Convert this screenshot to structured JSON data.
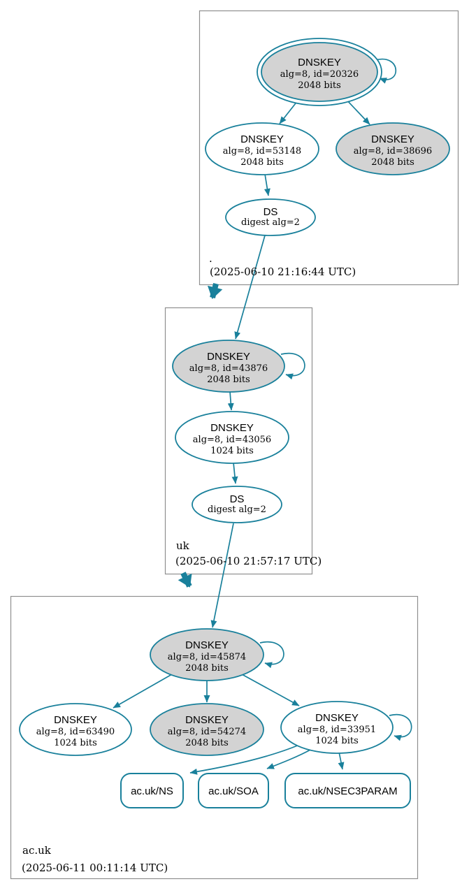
{
  "diagram_type": "dnssec-authentication-chain",
  "colors": {
    "edge_secure": "#19809b",
    "sep_node_fill": "#d3d3d3",
    "plain_node_fill": "#ffffff",
    "cluster_border": "#8f8f8f",
    "text": "#000000"
  },
  "zones": {
    "root": {
      "label": ".",
      "timestamp": "(2025-06-10 21:16:44 UTC)"
    },
    "uk": {
      "label": "uk",
      "timestamp": "(2025-06-10 21:57:17 UTC)"
    },
    "acuk": {
      "label": "ac.uk",
      "timestamp": "(2025-06-11 00:11:14 UTC)"
    }
  },
  "nodes": {
    "ksk_root": {
      "title": "DNSKEY",
      "detail": "alg=8, id=20326",
      "bits": "2048 bits"
    },
    "zsk_root": {
      "title": "DNSKEY",
      "detail": "alg=8, id=53148",
      "bits": "2048 bits"
    },
    "dnskey_38696": {
      "title": "DNSKEY",
      "detail": "alg=8, id=38696",
      "bits": "2048 bits"
    },
    "ds_root": {
      "title": "DS",
      "detail": "digest alg=2"
    },
    "ksk_uk": {
      "title": "DNSKEY",
      "detail": "alg=8, id=43876",
      "bits": "2048 bits"
    },
    "zsk_uk": {
      "title": "DNSKEY",
      "detail": "alg=8, id=43056",
      "bits": "1024 bits"
    },
    "ds_uk": {
      "title": "DS",
      "detail": "digest alg=2"
    },
    "ksk_acuk": {
      "title": "DNSKEY",
      "detail": "alg=8, id=45874",
      "bits": "2048 bits"
    },
    "dnskey_63490": {
      "title": "DNSKEY",
      "detail": "alg=8, id=63490",
      "bits": "1024 bits"
    },
    "dnskey_54274": {
      "title": "DNSKEY",
      "detail": "alg=8, id=54274",
      "bits": "2048 bits"
    },
    "dnskey_33951": {
      "title": "DNSKEY",
      "detail": "alg=8, id=33951",
      "bits": "1024 bits"
    }
  },
  "rrsets": {
    "ns": {
      "label": "ac.uk/NS"
    },
    "soa": {
      "label": "ac.uk/SOA"
    },
    "nsec3param": {
      "label": "ac.uk/NSEC3PARAM"
    }
  }
}
